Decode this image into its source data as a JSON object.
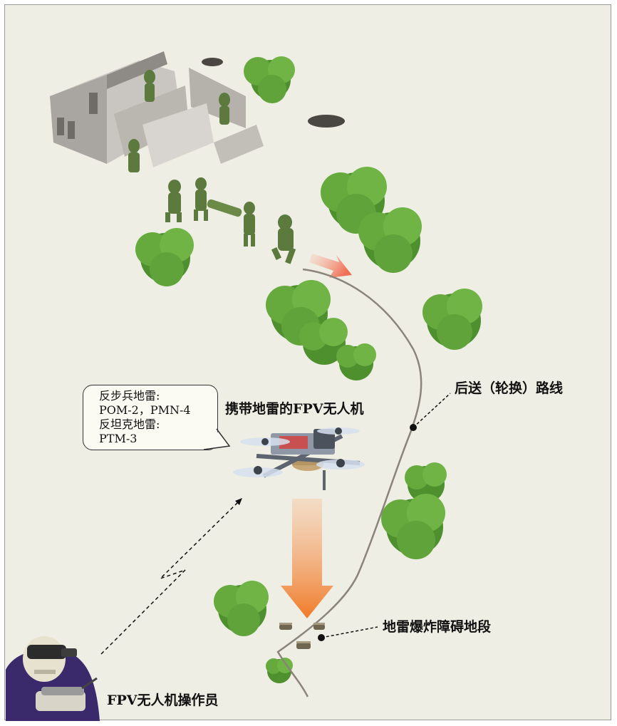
{
  "labels": {
    "route": "后送（轮换）路线",
    "drone": "携带地雷的FPV无人机",
    "minefield": "地雷爆炸障碍地段",
    "operator": "FPV无人机操作员"
  },
  "bubble": {
    "lines": [
      "反步兵地雷:",
      "POM-2，PMN-4",
      "反坦克地雷:",
      "PTM-3"
    ]
  },
  "colors": {
    "background": "#efeee4",
    "bush": "#5fa33a",
    "drop_arrow": "#f07a28",
    "path": "#8a847a"
  }
}
